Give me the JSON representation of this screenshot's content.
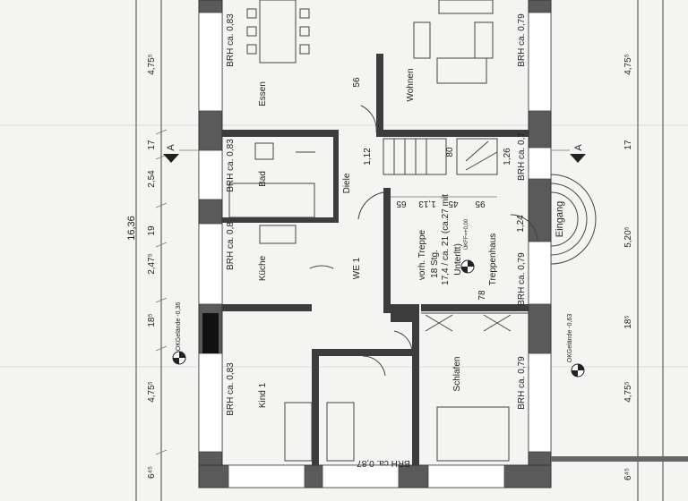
{
  "dimensions_left": {
    "total": "16,36",
    "d1": "4,75⁵",
    "d2": "17",
    "d3": "2,54",
    "d4": "19",
    "d5": "2,47⁵",
    "d6": "18⁵",
    "d7": "4,75⁵",
    "d8": "6⁴⁵"
  },
  "dimensions_right": {
    "d1": "4,75⁵",
    "d2": "17",
    "d3": "5,20⁵",
    "d4": "18⁵",
    "d5": "4,75⁵",
    "d6": "6⁴⁵"
  },
  "section_marker": "A",
  "ground_levels": {
    "left": "OKGelände -0,36",
    "right": "OKGelände -0,63"
  },
  "rooms": {
    "essen": {
      "name": "Essen",
      "brh": "BRH ca. 0,83"
    },
    "wohnen": {
      "name": "Wohnen",
      "brh": "BRH ca. 0,79",
      "dim": "56"
    },
    "bad": {
      "name": "Bad",
      "brh": "BRH ca. 0,83"
    },
    "diele": {
      "name": "Diele",
      "dim": "1,12"
    },
    "kueche": {
      "name": "Küche",
      "brh": "BRH ca. 0,8"
    },
    "we": {
      "name": "WE 1"
    },
    "treppenhaus": {
      "name": "Treppenhaus",
      "brh_top": "BRH ca. 0,7",
      "brh": "BRH ca. 0,79",
      "dim_80": "80",
      "dim_126": "1,26",
      "dim_124": "1,24",
      "dim_78": "78",
      "row_dims": [
        "65",
        "1,13",
        "45",
        "95"
      ],
      "notes": [
        "vorh. Treppe",
        "18 Stg.",
        "17,4 / ca. 21 (ca.27 mit",
        "Unterltt)"
      ],
      "level": "ÜKFF=+0,00"
    },
    "eingang": {
      "name": "Eingang"
    },
    "schlafen": {
      "name": "Schlafen",
      "brh": "BRH ca. 0,79"
    },
    "kind1": {
      "name": "Kind 1",
      "brh": "BRH ca. 0,83"
    },
    "bottom": {
      "brh": "BRH ca. 0,87"
    }
  }
}
